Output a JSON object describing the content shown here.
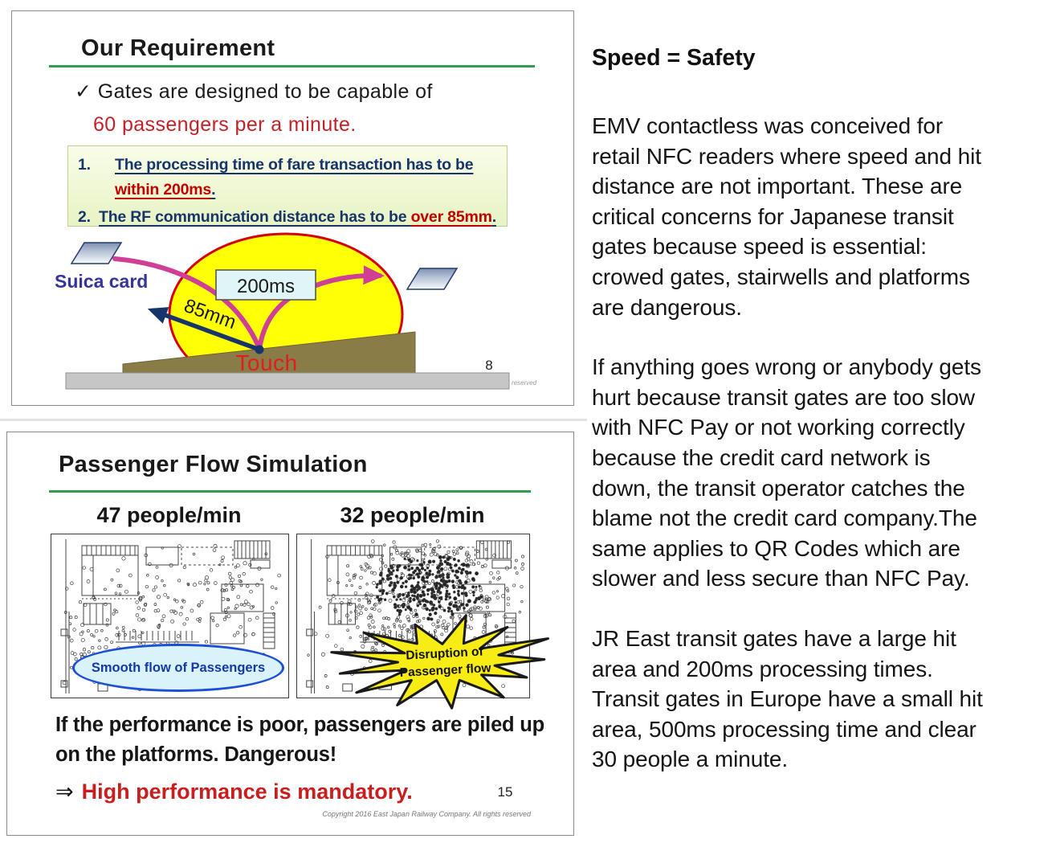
{
  "slide1": {
    "title": "Our Requirement",
    "check_icon": "✓",
    "check_line": "Gates are designed to be capable of",
    "red_line": "60 passengers per a minute.",
    "req1_num": "1.",
    "req1_line1": "The processing time of fare transaction has to be",
    "req1_line2_red": "within 200ms",
    "req1_line2_end": ".",
    "req2_num": "2.",
    "req2_pre": "The RF communication distance has to be ",
    "req2_red": "over 85mm",
    "req2_end": ".",
    "diagram": {
      "suica_label": "Suica card",
      "time_box": "200ms",
      "distance_label": "85mm",
      "touch_label": "Touch",
      "page_number": "8",
      "footer_fragment": "reserved"
    }
  },
  "slide2": {
    "title": "Passenger Flow Simulation",
    "left_label": "47 people/min",
    "right_label": "32 people/min",
    "left_callout": "Smooth flow of Passengers",
    "star_line1": "Disruption of",
    "star_line2": "Passenger flow",
    "caption": "If the performance is poor, passengers are piled up\non the platforms. Dangerous!",
    "conclusion_arrow": "⇒",
    "conclusion": "High performance is mandatory.",
    "page_number": "15",
    "copyright": "Copyright 2016 East Japan Railway Company. All rights reserved"
  },
  "article": {
    "heading": "Speed = Safety",
    "paragraphs": [
      "EMV contactless was conceived for\nretail NFC readers where speed and hit\ndistance are not important. These are\ncritical concerns for Japanese transit\ngates because speed is essential:\ncrowed gates, stairwells and platforms\nare dangerous.",
      "If anything goes wrong or anybody gets\nhurt because transit gates are too slow\nwith NFC Pay or not working correctly\nbecause the credit card network is\ndown, the transit operator catches the\nblame not the credit card company.The\nsame applies to QR Codes which are\nslower and less secure than NFC Pay.",
      "JR East transit gates have a large hit\narea and 200ms processing times.\nTransit gates in Europe have a small hit\narea, 500ms processing time and clear\n30 people a minute."
    ]
  },
  "colors": {
    "rule_green": "#2f9e51",
    "emphasis_red": "#c42127",
    "list_navy": "#17356b",
    "list_red": "#c00000",
    "dome_yellow": "#ffff06",
    "dome_border_red": "#d40000",
    "arrow_magenta": "#cf3f96",
    "arrow_navy": "#17356b",
    "time_box_cyan": "#dff5f7",
    "gate_olive": "#8a7c46",
    "base_gray": "#c6c6c6",
    "callout_cyan": "#daf3fb",
    "callout_blue": "#1d4ed8",
    "star_yellow": "#f7ec13"
  }
}
